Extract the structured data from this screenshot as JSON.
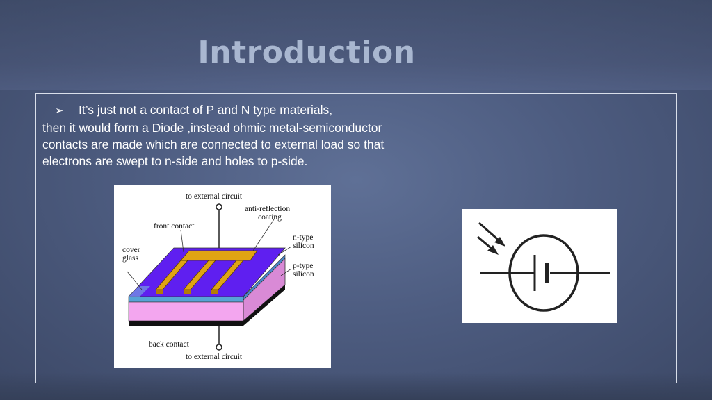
{
  "slide": {
    "title": "Introduction",
    "bullet_marker": "➢",
    "bullet_lines": [
      "It’s just not a contact of P and N type materials,",
      "then it would form a Diode ,instead ohmic metal-semiconductor",
      "contacts are made which are connected to external load so that",
      "electrons are swept to n-side and holes to p-side."
    ]
  },
  "solar_cell_diagram": {
    "label_top_circuit": "to external circuit",
    "label_anti_reflection_1": "anti-reflection",
    "label_anti_reflection_2": "coating",
    "label_front_contact": "front contact",
    "label_n_type_1": "n-type",
    "label_n_type_2": "silicon",
    "label_cover_1": "cover",
    "label_cover_2": "glass",
    "label_p_type_1": "p-type",
    "label_p_type_2": "silicon",
    "label_back_contact": "back contact",
    "label_bottom_circuit": "to external circuit"
  },
  "colors": {
    "n_layer_top": "#5f1ff0",
    "n_layer_front": "#56a3d6",
    "p_layer": "#f3a6ef",
    "p_layer_side": "#d98ad6",
    "contact_fingers": "#e0a413",
    "back_contact": "#111111"
  },
  "photocell_symbol": {
    "icon": "photovoltaic-cell-symbol"
  }
}
